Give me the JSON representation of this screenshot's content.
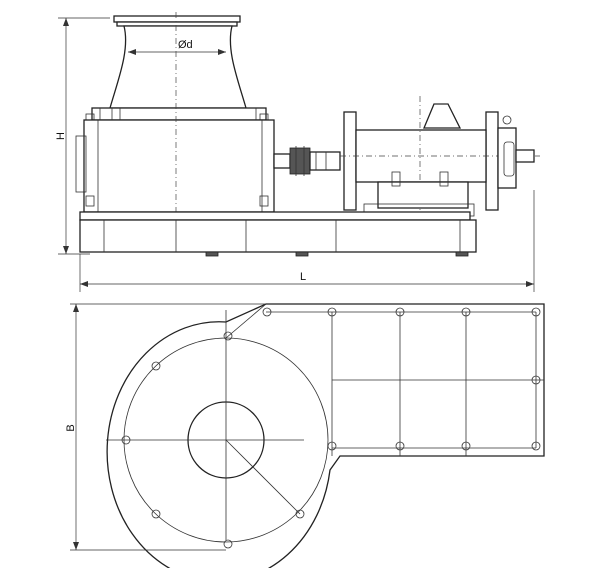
{
  "labels": {
    "diameter": "Ød",
    "height": "H",
    "length": "L",
    "breadth": "B"
  },
  "colors": {
    "line": "#222222",
    "background": "#ffffff"
  }
}
